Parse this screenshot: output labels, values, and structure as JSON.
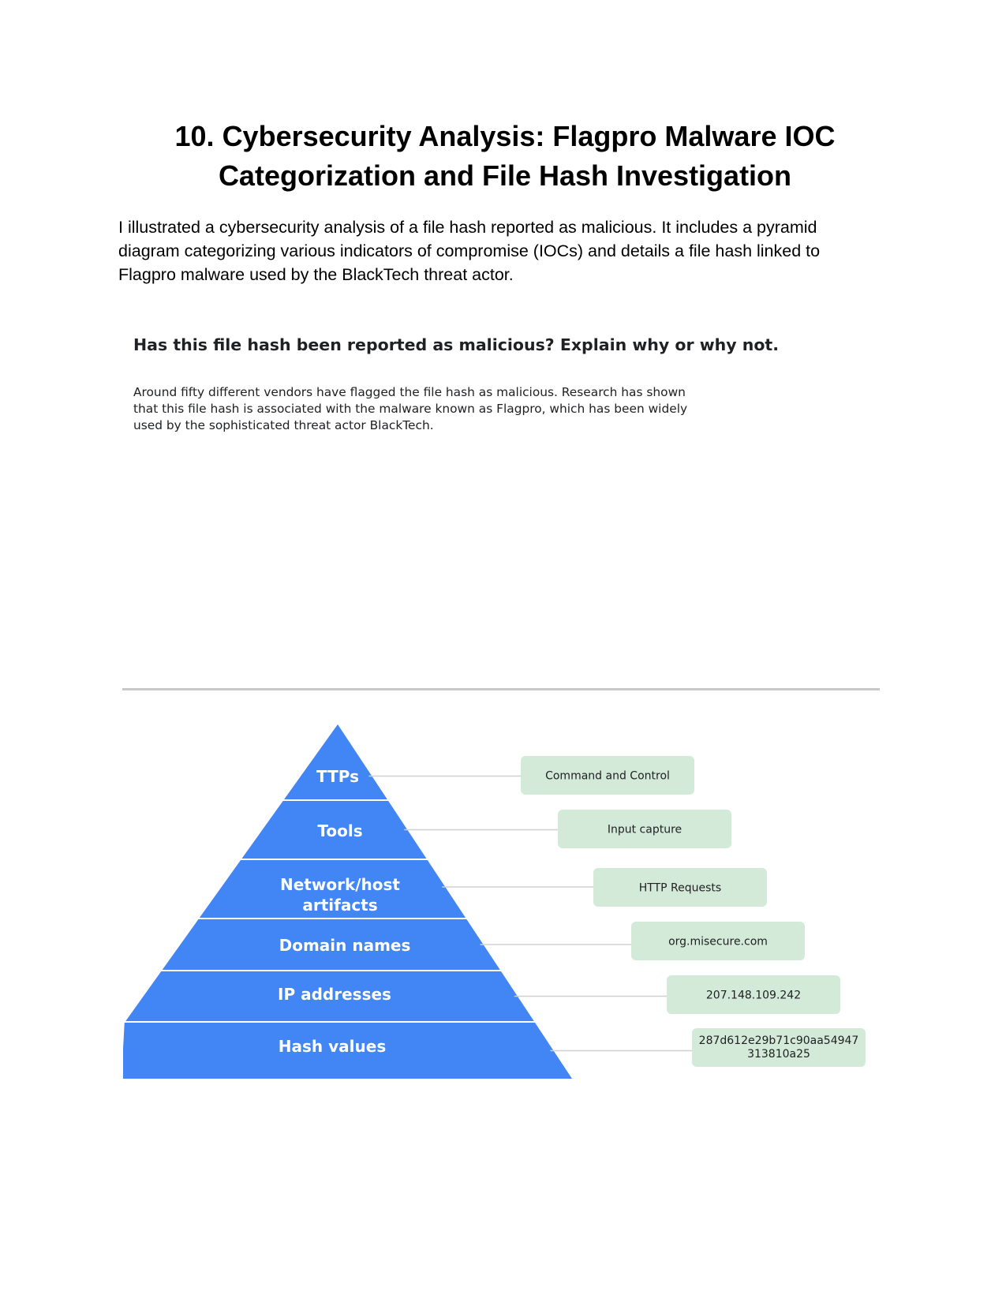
{
  "document": {
    "title_line1": "10. Cybersecurity Analysis: Flagpro Malware IOC",
    "title_line2": "Categorization and File Hash Investigation",
    "intro_line1": "I illustrated a cybersecurity analysis of a file hash reported as malicious. It includes a pyramid",
    "intro_line2": "diagram categorizing various indicators of compromise (IOCs) and details a file hash linked to",
    "intro_line3": "Flagpro malware used by the BlackTech threat actor."
  },
  "qa": {
    "question": "Has this file hash been reported as malicious? Explain why or why not.",
    "answer_line1": "Around fifty different vendors have flagged the file hash as malicious. Research has shown",
    "answer_line2": "that this file hash is associated with the malware known as Flagpro, which has been widely",
    "answer_line3": "used by the sophisticated threat actor BlackTech."
  },
  "pyramid": {
    "colors": {
      "layer_fill": "#4285f4",
      "box_fill": "#d4ead8",
      "connector": "#d0d0d0",
      "divider": "#c8c8c8"
    },
    "layers": [
      {
        "label_lines": [
          "TTPs"
        ],
        "ioc_lines": [
          "Command and Control"
        ]
      },
      {
        "label_lines": [
          "Tools"
        ],
        "ioc_lines": [
          "Input capture"
        ]
      },
      {
        "label_lines": [
          "Network/host",
          "artifacts"
        ],
        "ioc_lines": [
          "HTTP Requests"
        ]
      },
      {
        "label_lines": [
          "Domain names"
        ],
        "ioc_lines": [
          "org.misecure.com"
        ]
      },
      {
        "label_lines": [
          "IP addresses"
        ],
        "ioc_lines": [
          "207.148.109.242"
        ]
      },
      {
        "label_lines": [
          "Hash values"
        ],
        "ioc_lines": [
          "287d612e29b71c90aa54947",
          "313810a25"
        ]
      }
    ]
  }
}
